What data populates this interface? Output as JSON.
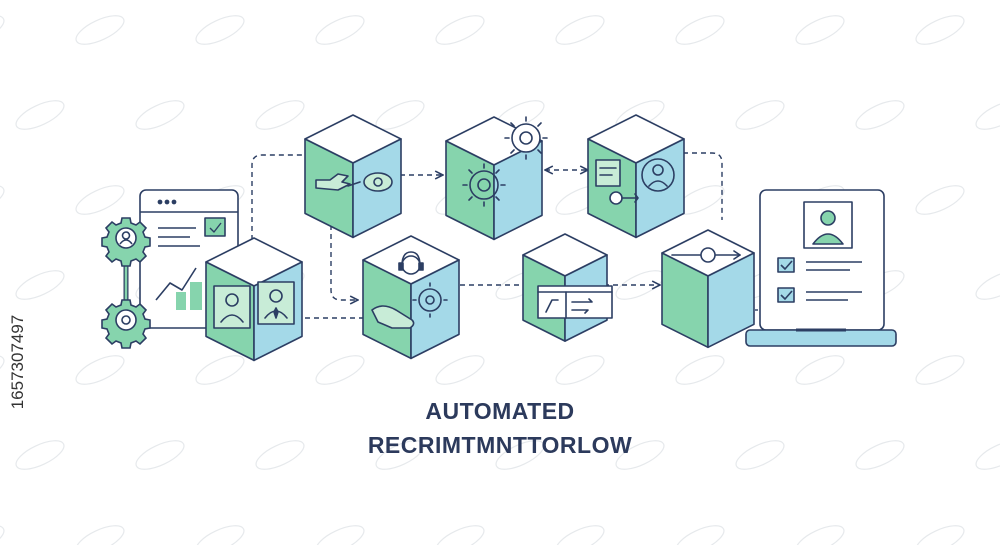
{
  "title": {
    "line1": "AUTOMATED",
    "line2": "RECRIMTMNTTORLOW"
  },
  "side_code": "1657307497",
  "colors": {
    "outline": "#2c3e63",
    "green": "#86d4ad",
    "blue": "#a4d9e8",
    "light_green": "#c8ecd7",
    "text": "#2c3a5c",
    "watermark": "#e6e9ec"
  },
  "icons": {
    "job_posting_doc": "document-chart-icon",
    "candidate_cube": "candidate-profiles-icon",
    "screening_cube": "handshake-eye-icon",
    "gear_cube": "gear-settings-icon",
    "interview_cube": "interview-key-icon",
    "support_cube": "headset-hand-gear-icon",
    "calendar_cube": "schedule-window-icon",
    "offer_cube": "arrow-slider-icon",
    "hired_laptop": "laptop-resume-icon"
  }
}
